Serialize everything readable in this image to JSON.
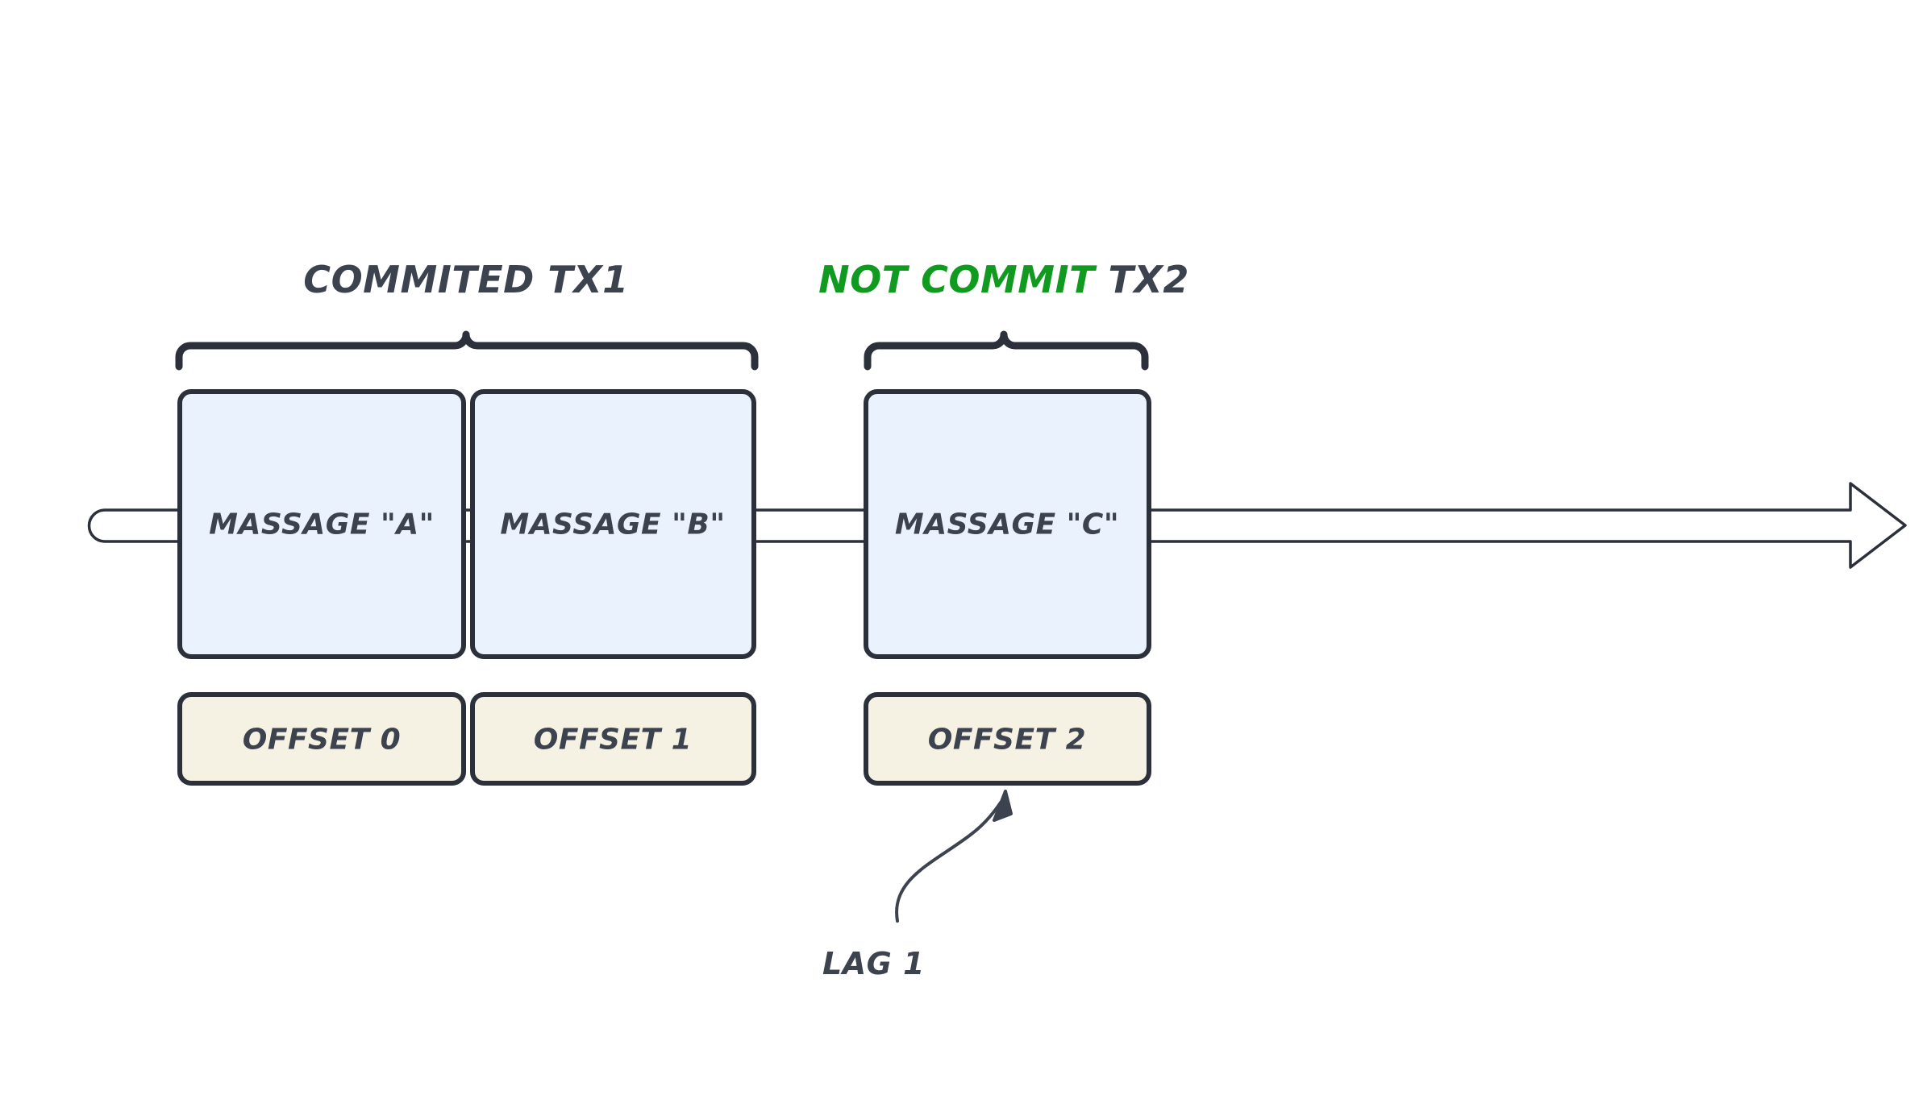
{
  "diagram": {
    "title_bar": {
      "commited": {
        "text": "COMMITED TX1",
        "accent_part": "",
        "plain_part": "COMMITED TX1",
        "color": "#3d434e"
      },
      "not_commit": {
        "accent_part": "NOT COMMIT",
        "plain_part": " TX2",
        "accent_color": "#109b20",
        "plain_color": "#3d434e"
      }
    },
    "messages": [
      {
        "label": "MASSAGE \"A\"",
        "offset": "OFFSET 0"
      },
      {
        "label": "MASSAGE \"B\"",
        "offset": "OFFSET 1"
      },
      {
        "label": "MASSAGE \"C\"",
        "offset": "OFFSET 2"
      }
    ],
    "annotation": {
      "lag_label": "LAG 1"
    },
    "colors": {
      "message_fill": "#eaf2fd",
      "offset_fill": "#f5f2e3",
      "stroke": "#2b303b",
      "timeline_stroke": "#2b303b",
      "accent_green": "#109b20",
      "text": "#3d434e",
      "background": "#ffffff"
    }
  }
}
